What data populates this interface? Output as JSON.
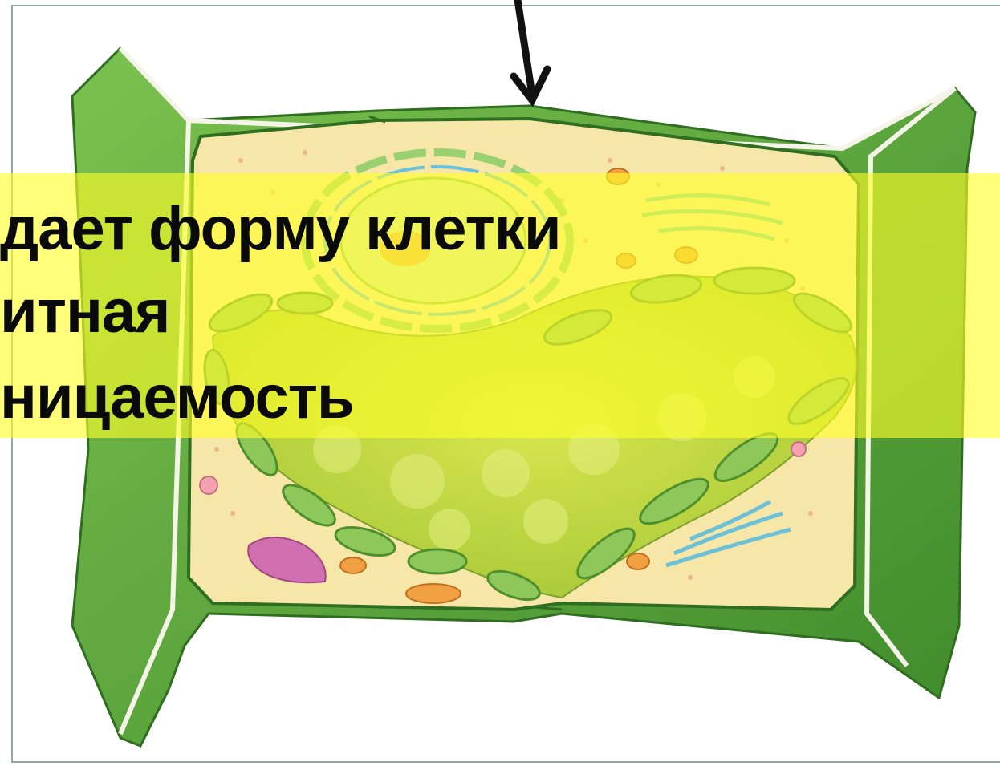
{
  "captions": {
    "line1": "дает форму клетки",
    "line2": "итная",
    "line3": "ницаемость"
  },
  "colors": {
    "banner": "#ffff28",
    "cell_wall": "#5fae3f",
    "cell_wall_dark": "#3f8a2c",
    "cytoplasm": "#f6e6a8",
    "vacuole": "#c8dc40",
    "chloroplast": "#8fc85a",
    "nucleus": "#d8e8a8",
    "er": "#6cc0d8",
    "golgi": "#d070b0",
    "mitochondria": "#f0a040",
    "arrow": "#111111"
  }
}
